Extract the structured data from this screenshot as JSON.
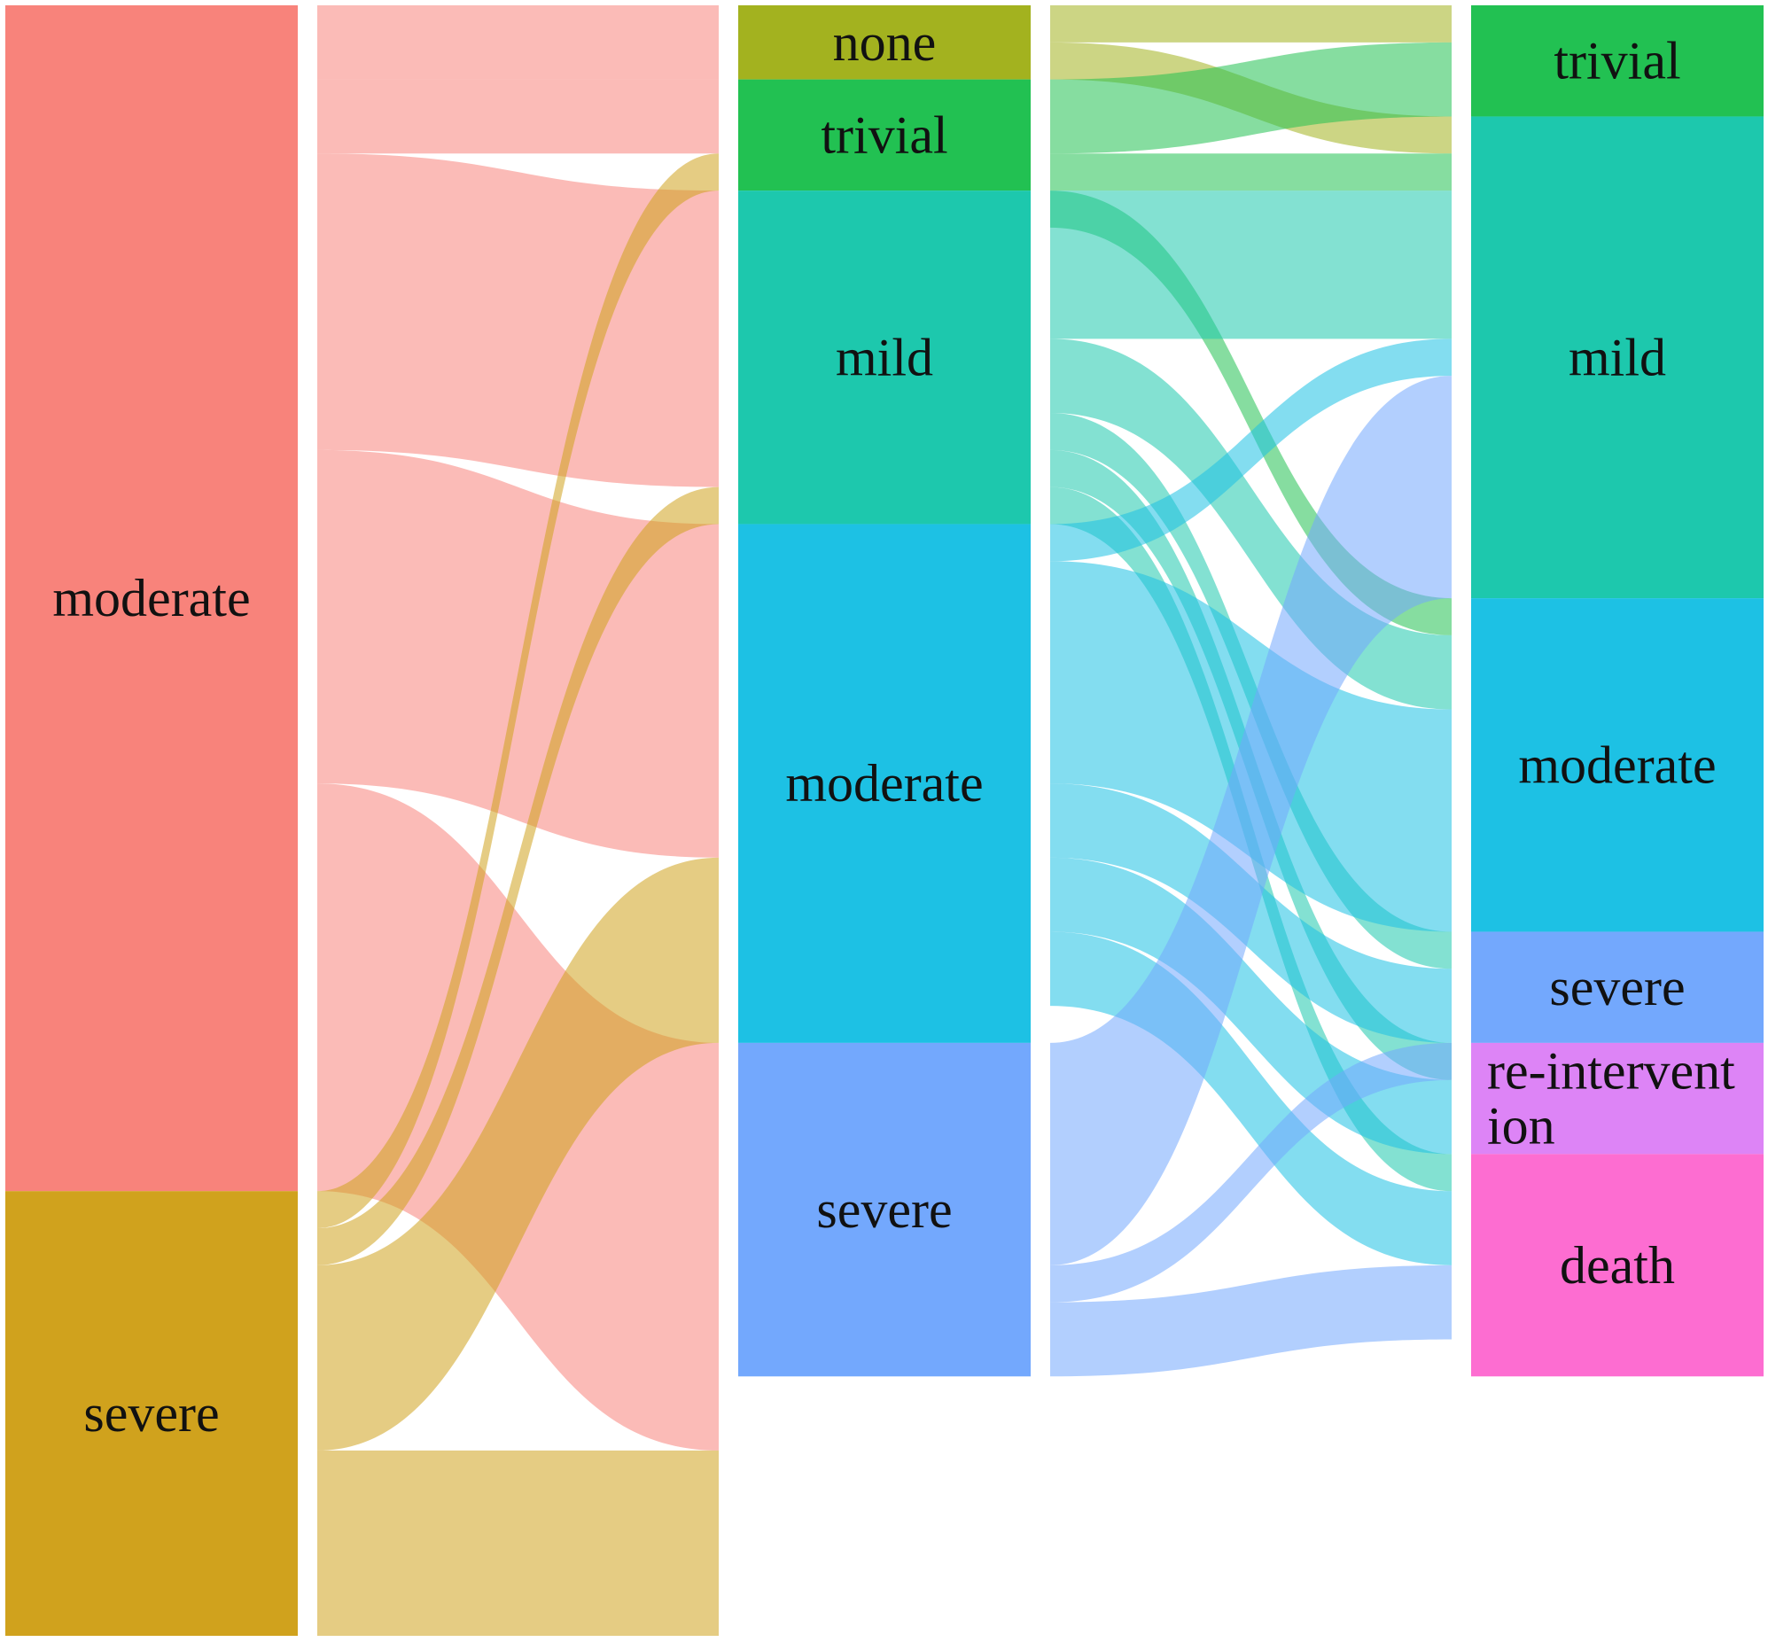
{
  "chart_data": {
    "type": "alluvial",
    "title": "",
    "xlabel": "",
    "ylabel": "",
    "axes": [
      {
        "name": "",
        "strata": [
          {
            "label": "moderate",
            "value": 32,
            "color": "#F8837B"
          },
          {
            "label": "severe",
            "value": 12,
            "color": "#D0A21D"
          }
        ]
      },
      {
        "name": "",
        "strata": [
          {
            "label": "none",
            "value": 2,
            "color": "#A3B21F"
          },
          {
            "label": "trivial",
            "value": 3,
            "color": "#22C152"
          },
          {
            "label": "mild",
            "value": 9,
            "color": "#1DC8AD"
          },
          {
            "label": "moderate",
            "value": 14,
            "color": "#1DC1E4"
          },
          {
            "label": "severe",
            "value": 9,
            "color": "#73A8FD"
          }
        ]
      },
      {
        "name": "",
        "strata": [
          {
            "label": "trivial",
            "value": 3,
            "color": "#22C152"
          },
          {
            "label": "mild",
            "value": 13,
            "color": "#1DC8AD"
          },
          {
            "label": "moderate",
            "value": 9,
            "color": "#1DC1E4"
          },
          {
            "label": "severe",
            "value": 3,
            "color": "#73A8FD"
          },
          {
            "label": "re-intervention",
            "display_lines": [
              "re-intervent",
              "ion"
            ],
            "value": 3,
            "color": "#DD84F6"
          },
          {
            "label": "death",
            "value": 6,
            "color": "#FD6DD1"
          }
        ]
      }
    ],
    "flows": [
      {
        "from_axis": 0,
        "from": "moderate",
        "to": "none",
        "value": 2
      },
      {
        "from_axis": 0,
        "from": "moderate",
        "to": "trivial",
        "value": 2
      },
      {
        "from_axis": 0,
        "from": "moderate",
        "to": "mild",
        "value": 8
      },
      {
        "from_axis": 0,
        "from": "moderate",
        "to": "moderate",
        "value": 9
      },
      {
        "from_axis": 0,
        "from": "moderate",
        "to": "severe",
        "value": 11
      },
      {
        "from_axis": 0,
        "from": "severe",
        "to": "trivial",
        "value": 1
      },
      {
        "from_axis": 0,
        "from": "severe",
        "to": "mild",
        "value": 1
      },
      {
        "from_axis": 0,
        "from": "severe",
        "to": "moderate",
        "value": 5
      },
      {
        "from_axis": 0,
        "from": "severe",
        "to": "severe",
        "value": 5
      },
      {
        "from_axis": 1,
        "from": "none",
        "to": "trivial",
        "value": 1
      },
      {
        "from_axis": 1,
        "from": "none",
        "to": "mild",
        "value": 1
      },
      {
        "from_axis": 1,
        "from": "trivial",
        "to": "trivial",
        "value": 2
      },
      {
        "from_axis": 1,
        "from": "trivial",
        "to": "mild",
        "value": 1
      },
      {
        "from_axis": 1,
        "from": "trivial",
        "to": "moderate",
        "value": 1
      },
      {
        "from_axis": 1,
        "from": "mild",
        "to": "mild",
        "value": 4
      },
      {
        "from_axis": 1,
        "from": "mild",
        "to": "moderate",
        "value": 2
      },
      {
        "from_axis": 1,
        "from": "mild",
        "to": "severe",
        "value": 1
      },
      {
        "from_axis": 1,
        "from": "mild",
        "to": "re-intervention",
        "value": 1
      },
      {
        "from_axis": 1,
        "from": "mild",
        "to": "death",
        "value": 1
      },
      {
        "from_axis": 1,
        "from": "moderate",
        "to": "mild",
        "value": 1
      },
      {
        "from_axis": 1,
        "from": "moderate",
        "to": "moderate",
        "value": 6
      },
      {
        "from_axis": 1,
        "from": "moderate",
        "to": "severe",
        "value": 2
      },
      {
        "from_axis": 1,
        "from": "moderate",
        "to": "re-intervention",
        "value": 2
      },
      {
        "from_axis": 1,
        "from": "moderate",
        "to": "death",
        "value": 2
      },
      {
        "from_axis": 1,
        "from": "severe",
        "to": "mild",
        "value": 6
      },
      {
        "from_axis": 1,
        "from": "severe",
        "to": "severe",
        "value": 1
      },
      {
        "from_axis": 1,
        "from": "severe",
        "to": "death",
        "value": 2
      }
    ]
  }
}
